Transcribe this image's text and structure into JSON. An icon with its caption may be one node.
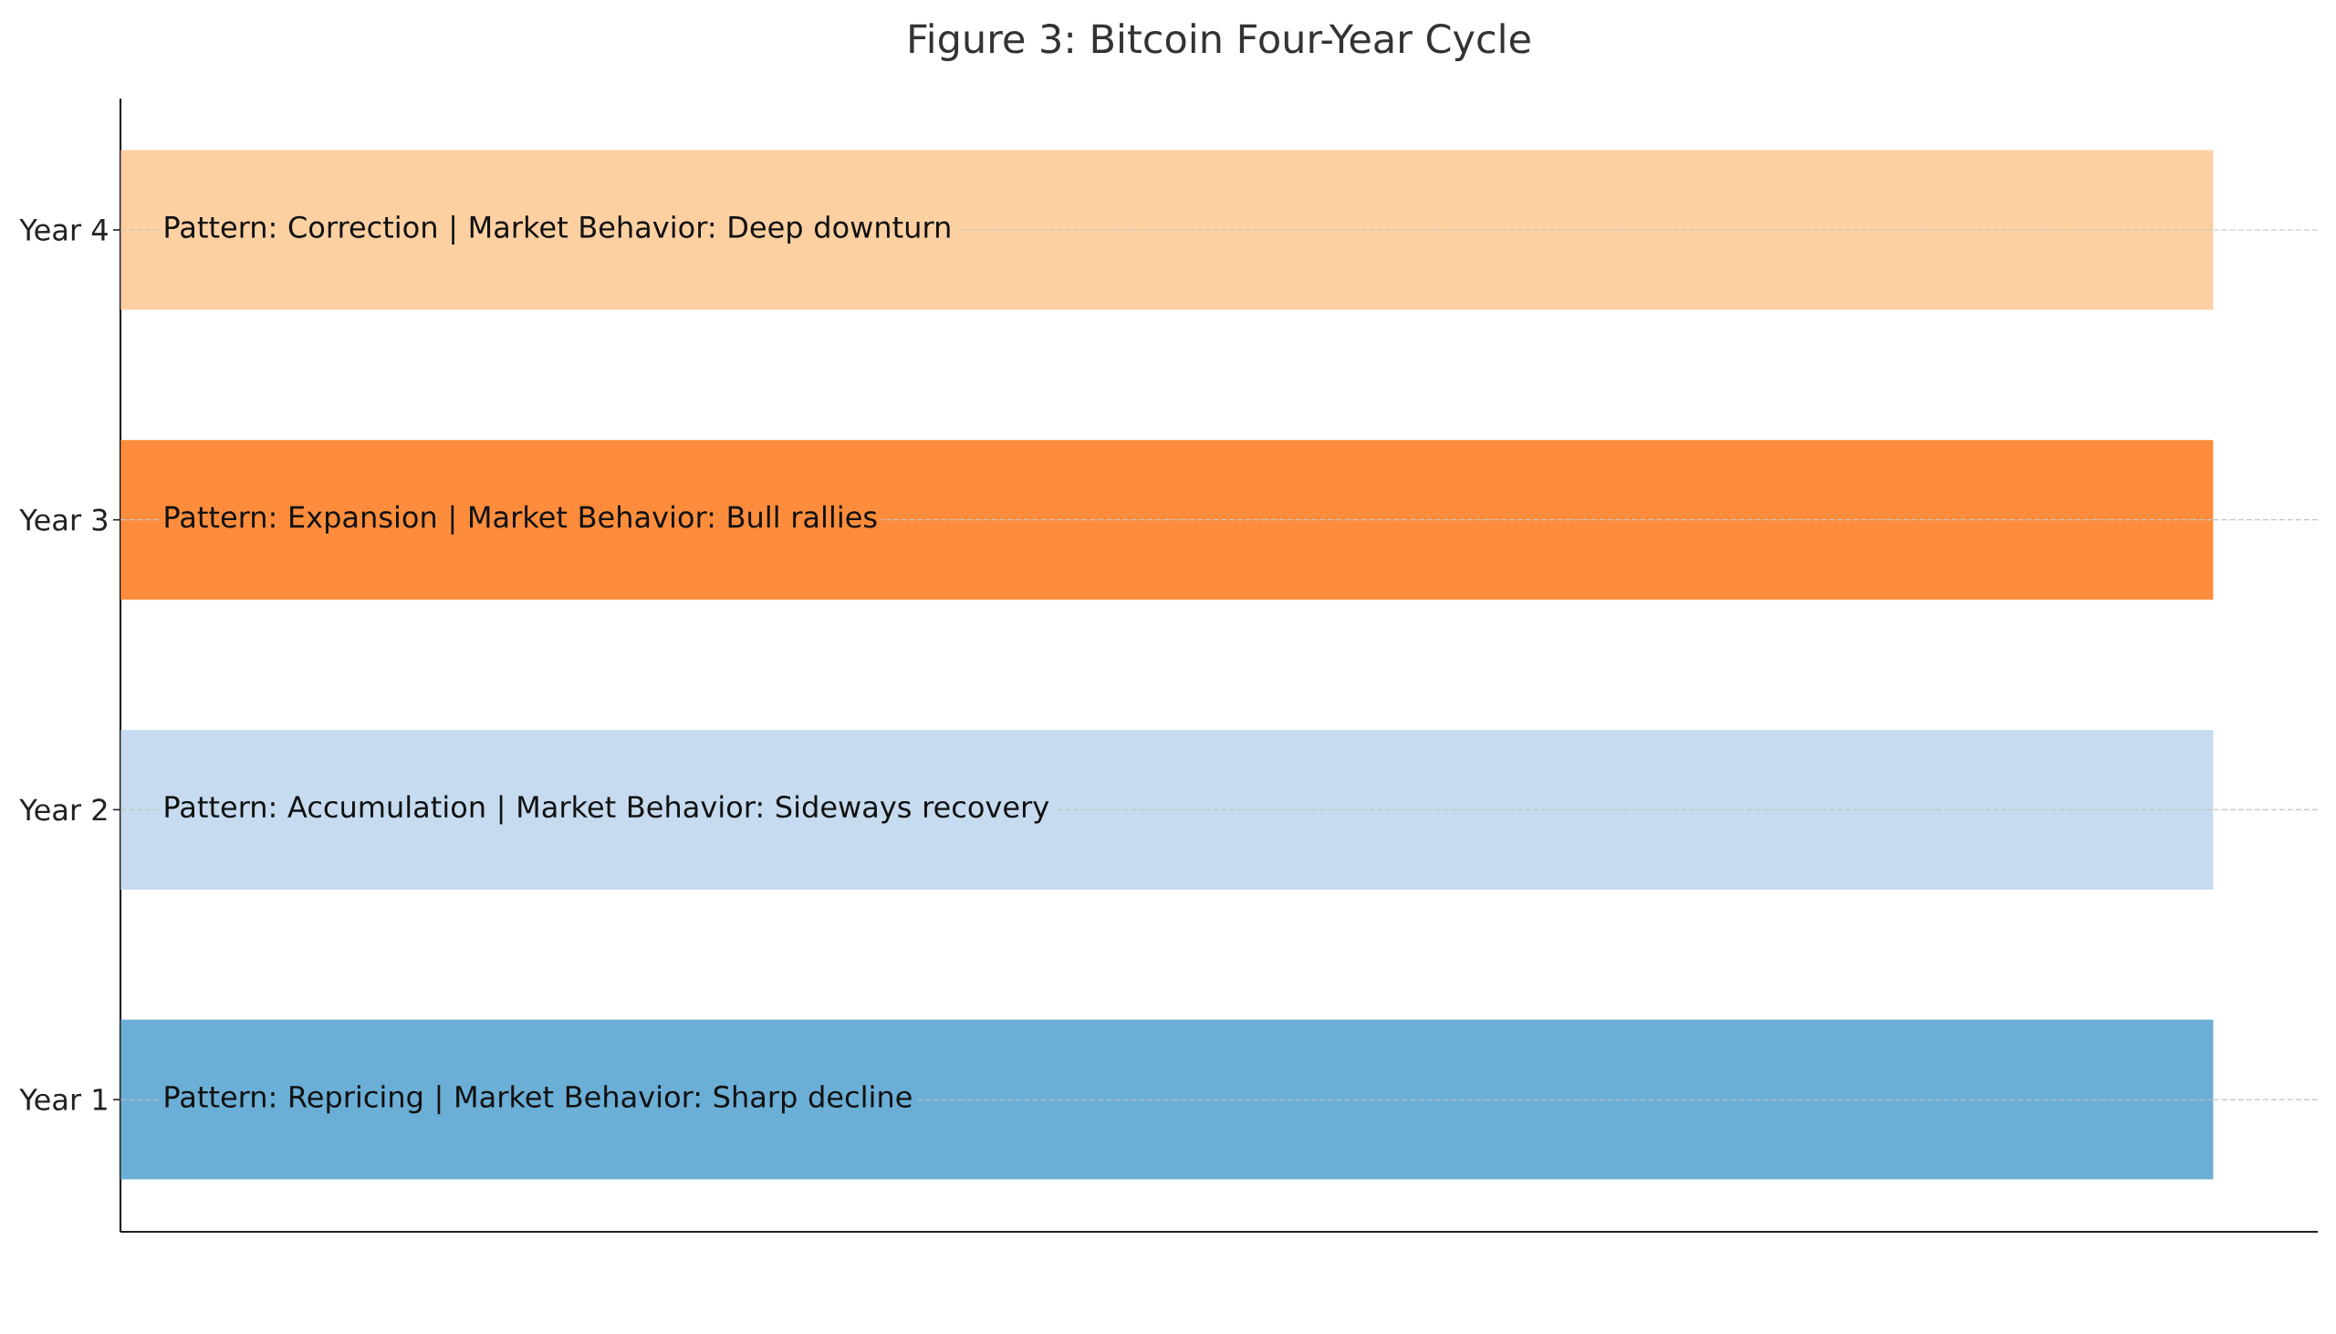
{
  "diagram": {
    "title": "Figure 3: Bitcoin Four-Year Cycle",
    "nodes": [
      {
        "text": [
          "Pattern: Correction | Market Behavior: Deep downturn"
        ],
        "beside": [
          "Year 4"
        ]
      },
      {
        "text": [
          "Pattern: Expansion | Market Behavior: Bull rallies"
        ],
        "beside": [
          "Year 3"
        ]
      },
      {
        "text": [
          "Pattern: Accumulation | Market Behavior: Sideways recovery"
        ],
        "beside": [
          "Year 2"
        ]
      },
      {
        "text": [
          "Pattern: Repricing | Market Behavior: Sharp decline"
        ],
        "beside": [
          "Year 1"
        ]
      }
    ]
  }
}
